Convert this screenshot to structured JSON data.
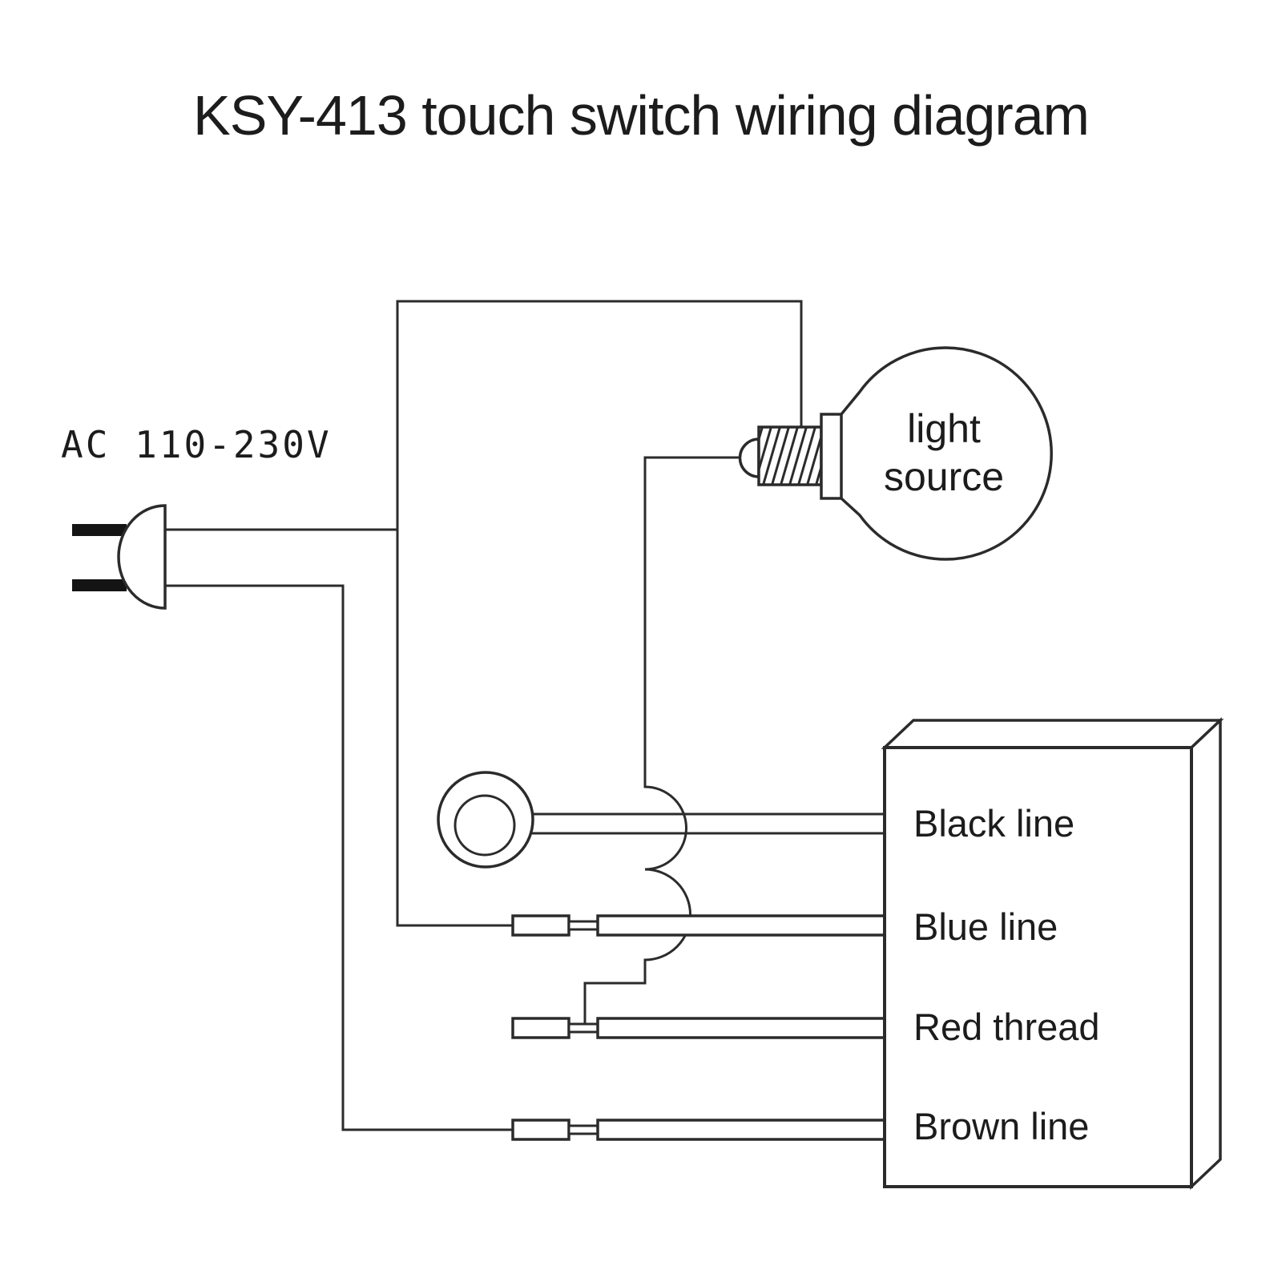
{
  "title": "KSY-413 touch switch wiring diagram",
  "power": {
    "label": "AC 110-230V"
  },
  "bulb": {
    "label_line1": "light",
    "label_line2": "source"
  },
  "controller_box": {
    "wire_labels": [
      "Black line",
      "Blue line",
      "Red thread",
      "Brown line"
    ]
  },
  "colors": {
    "line": "#2b2b2b",
    "text": "#1c1c1c",
    "background": "#ffffff"
  }
}
